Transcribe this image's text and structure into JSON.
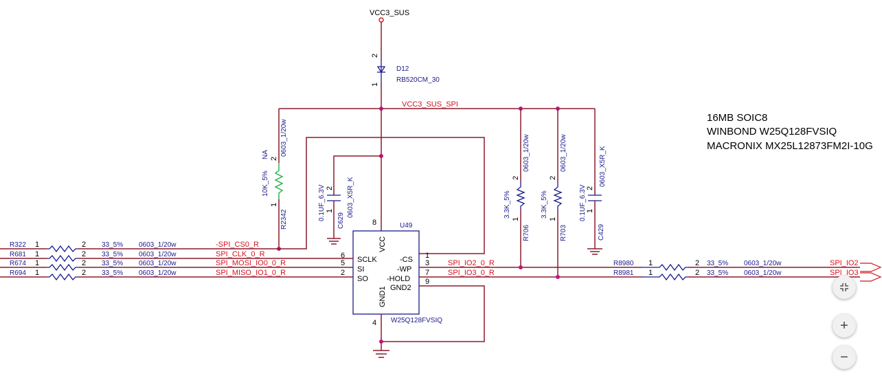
{
  "power": {
    "net": "VCC3_SUS",
    "spi_net": "VCC3_SUS_SPI"
  },
  "diode": {
    "ref": "D12",
    "part": "RB520CM_30",
    "pin_top": "2",
    "pin_bottom": "1"
  },
  "chip": {
    "ref": "U49",
    "part": "W25Q128FVSIQ",
    "vcc": "VCC",
    "gnd1": "GND1",
    "gnd2": "GND2",
    "sclk": "SCLK",
    "si": "SI",
    "so": "SO",
    "cs": "-CS",
    "wp": "-WP",
    "hold": "-HOLD",
    "p8": "8",
    "p6": "6",
    "p5": "5",
    "p2": "2",
    "p1": "1",
    "p3": "3",
    "p7": "7",
    "p9": "9",
    "p4": "4"
  },
  "r2342": {
    "ref": "R2342",
    "value": "10K_5%",
    "note": "NA",
    "pkg": "0603_1/20w",
    "p2": "2",
    "p1": "1"
  },
  "c629": {
    "ref": "C629",
    "value": "0.1UF_6.3V",
    "pkg": "0603_X5R_K",
    "p2": "2",
    "p1": "1"
  },
  "r706": {
    "ref": "R706",
    "value": "3.3K_5%",
    "pkg": "0603_1/20w",
    "p2": "2",
    "p1": "1"
  },
  "r703": {
    "ref": "R703",
    "value": "3.3K_5%",
    "pkg": "0603_1/20w",
    "p2": "2",
    "p1": "1"
  },
  "c429": {
    "ref": "C429",
    "value": "0.1UF_6.3V",
    "pkg": "0603_X5R_K",
    "p2": "2",
    "p1": "1"
  },
  "left_resistors": [
    {
      "ref": "R322",
      "p1": "1",
      "p2": "2",
      "value": "33_5%",
      "pkg": "0603_1/20w",
      "net": "-SPI_CS0_R"
    },
    {
      "ref": "R681",
      "p1": "1",
      "p2": "2",
      "value": "33_5%",
      "pkg": "0603_1/20w",
      "net": "SPI_CLK_0_R"
    },
    {
      "ref": "R674",
      "p1": "1",
      "p2": "2",
      "value": "33_5%",
      "pkg": "0603_1/20w",
      "net": "SPI_MOSI_IO0_0_R"
    },
    {
      "ref": "R694",
      "p1": "1",
      "p2": "2",
      "value": "33_5%",
      "pkg": "0603_1/20w",
      "net": "SPI_MISO_IO1_0_R"
    }
  ],
  "right_nets": {
    "io2": "SPI_IO2_0_R",
    "io3": "SPI_IO3_0_R"
  },
  "right_resistors": [
    {
      "ref": "R8980",
      "p1": "1",
      "p2": "2",
      "value": "33_5%",
      "pkg": "0603_1/20w",
      "net": "SPI_IO2"
    },
    {
      "ref": "R8981",
      "p1": "1",
      "p2": "2",
      "value": "33_5%",
      "pkg": "0603_1/20w",
      "net": "SPI_IO3"
    }
  ],
  "notes": {
    "line1": "16MB  SOIC8",
    "line2": "WINBOND   W25Q128FVSIQ",
    "line3": "MACRONIX  MX25L12873FM2I-10G"
  },
  "controls": {
    "fit": "fit-screen-icon",
    "zoom_in": "+",
    "zoom_out": "−"
  }
}
